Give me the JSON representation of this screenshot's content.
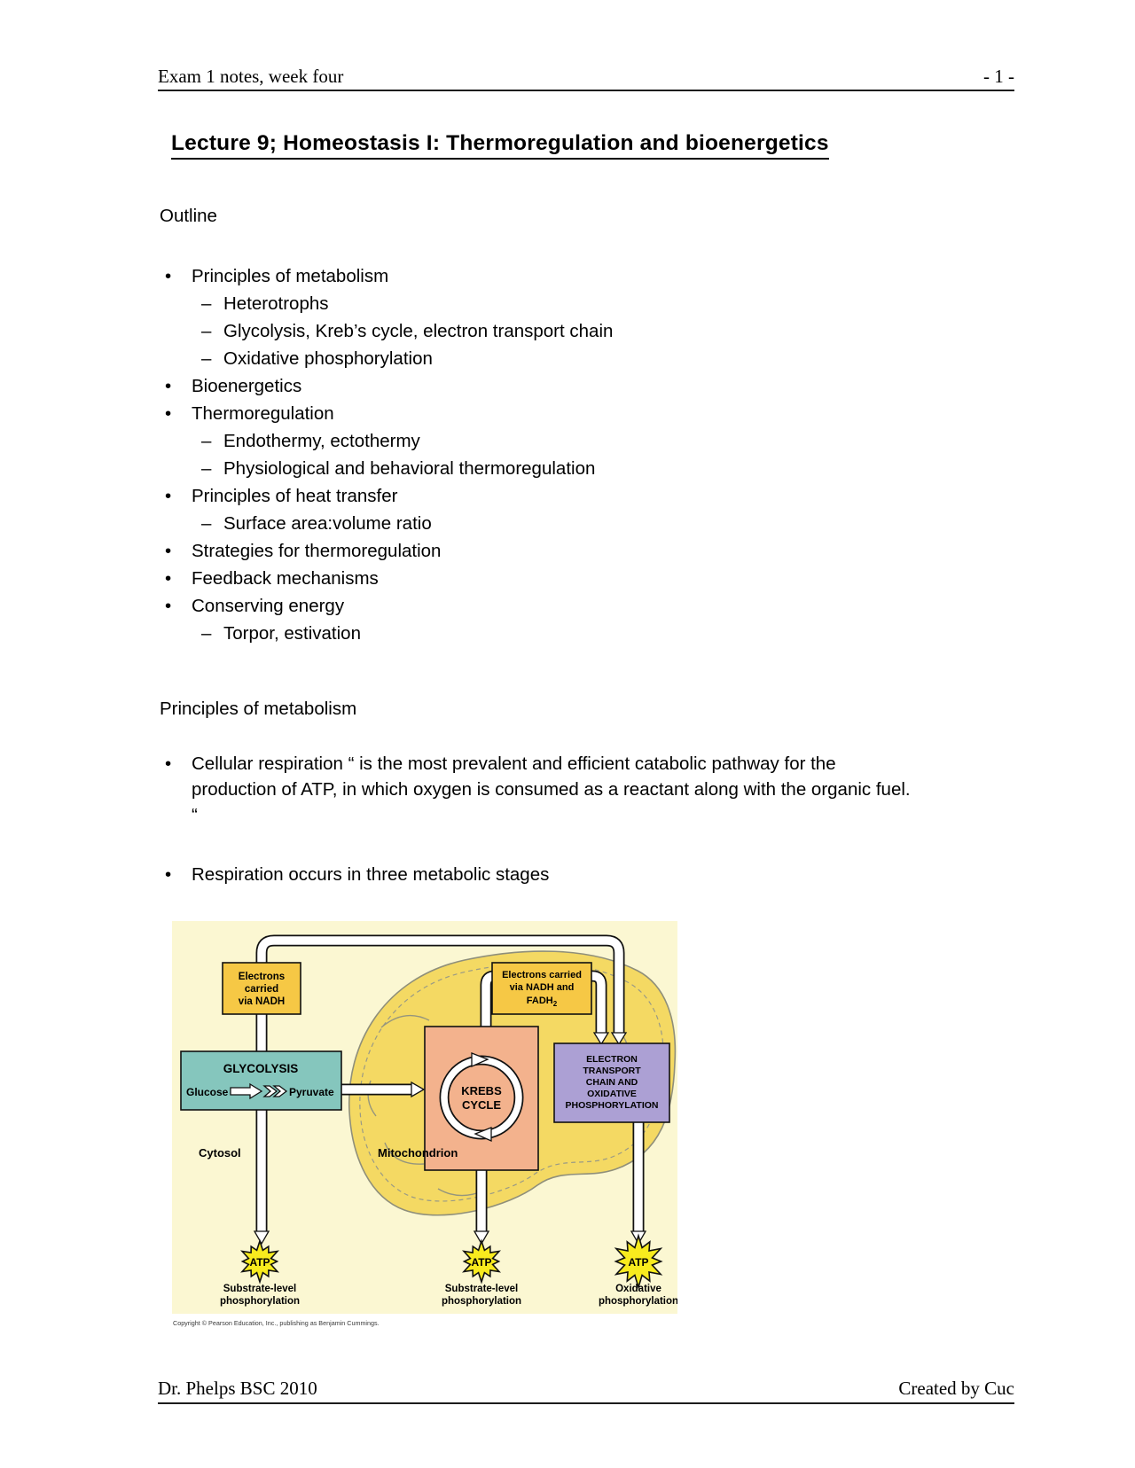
{
  "page": {
    "header": {
      "left": "Exam 1 notes, week four",
      "right": "- 1 -"
    },
    "title": "Lecture 9; Homeostasis I: Thermoregulation and bioenergetics",
    "outline": {
      "label": "Outline",
      "items": [
        {
          "level": 1,
          "text": "Principles of metabolism"
        },
        {
          "level": 2,
          "text": "Heterotrophs"
        },
        {
          "level": 2,
          "text": "Glycolysis, Kreb’s cycle, electron transport chain"
        },
        {
          "level": 2,
          "text": "Oxidative phosphorylation"
        },
        {
          "level": 1,
          "text": "Bioenergetics"
        },
        {
          "level": 1,
          "text": "Thermoregulation"
        },
        {
          "level": 2,
          "text": "Endothermy, ectothermy"
        },
        {
          "level": 2,
          "text": "Physiological and behavioral thermoregulation"
        },
        {
          "level": 1,
          "text": "Principles of heat transfer"
        },
        {
          "level": 2,
          "text": "Surface area:volume ratio"
        },
        {
          "level": 1,
          "text": "Strategies for thermoregulation"
        },
        {
          "level": 1,
          "text": "Feedback mechanisms"
        },
        {
          "level": 1,
          "text": "Conserving energy"
        },
        {
          "level": 2,
          "text": "Torpor, estivation"
        }
      ]
    },
    "markers": {
      "bullet": "•",
      "dash": "–"
    },
    "section_heading": "Principles of metabolism",
    "bullets": [
      "Cellular respiration “ is the most prevalent and efficient catabolic pathway for the production of ATP, in which oxygen is consumed as a reactant along with the organic fuel. “",
      "Respiration occurs in three metabolic stages"
    ],
    "footer": {
      "left": "Dr. Phelps BSC 2010",
      "right": "Created by Cuc"
    }
  },
  "diagram": {
    "electrons_nadh": {
      "l1": "Electrons",
      "l2": "carried",
      "l3": "via NADH"
    },
    "electrons_nadh_fadh2": {
      "l1": "Electrons carried",
      "l2": "via NADH and",
      "l3": "FADH",
      "sub": "2"
    },
    "glycolysis": {
      "title": "GLYCOLYSIS",
      "left": "Glucose",
      "right": "Pyruvate"
    },
    "krebs": {
      "l1": "KREBS",
      "l2": "CYCLE"
    },
    "etc": {
      "l1": "ELECTRON",
      "l2": "TRANSPORT",
      "l3": "CHAIN AND",
      "l4": "OXIDATIVE",
      "l5": "PHOSPHORYLATION"
    },
    "cytosol": "Cytosol",
    "mitochondrion": "Mitochondrion",
    "atp": "ATP",
    "atp_labels": [
      {
        "l1": "Substrate-level",
        "l2": "phosphorylation"
      },
      {
        "l1": "Substrate-level",
        "l2": "phosphorylation"
      },
      {
        "l1": "Oxidative",
        "l2": "phosphorylation"
      }
    ],
    "copyright": "Copyright © Pearson Education, Inc., publishing as Benjamin Cummings.",
    "colors": {
      "background": "#FBF7D2",
      "mitochondrion_fill": "#F4D963",
      "gold_box": "#F6C845",
      "glycolysis_box": "#85C6BD",
      "krebs_box": "#F3B28D",
      "etc_box": "#ACA0D4",
      "atp_star": "#F8EB1E"
    }
  }
}
